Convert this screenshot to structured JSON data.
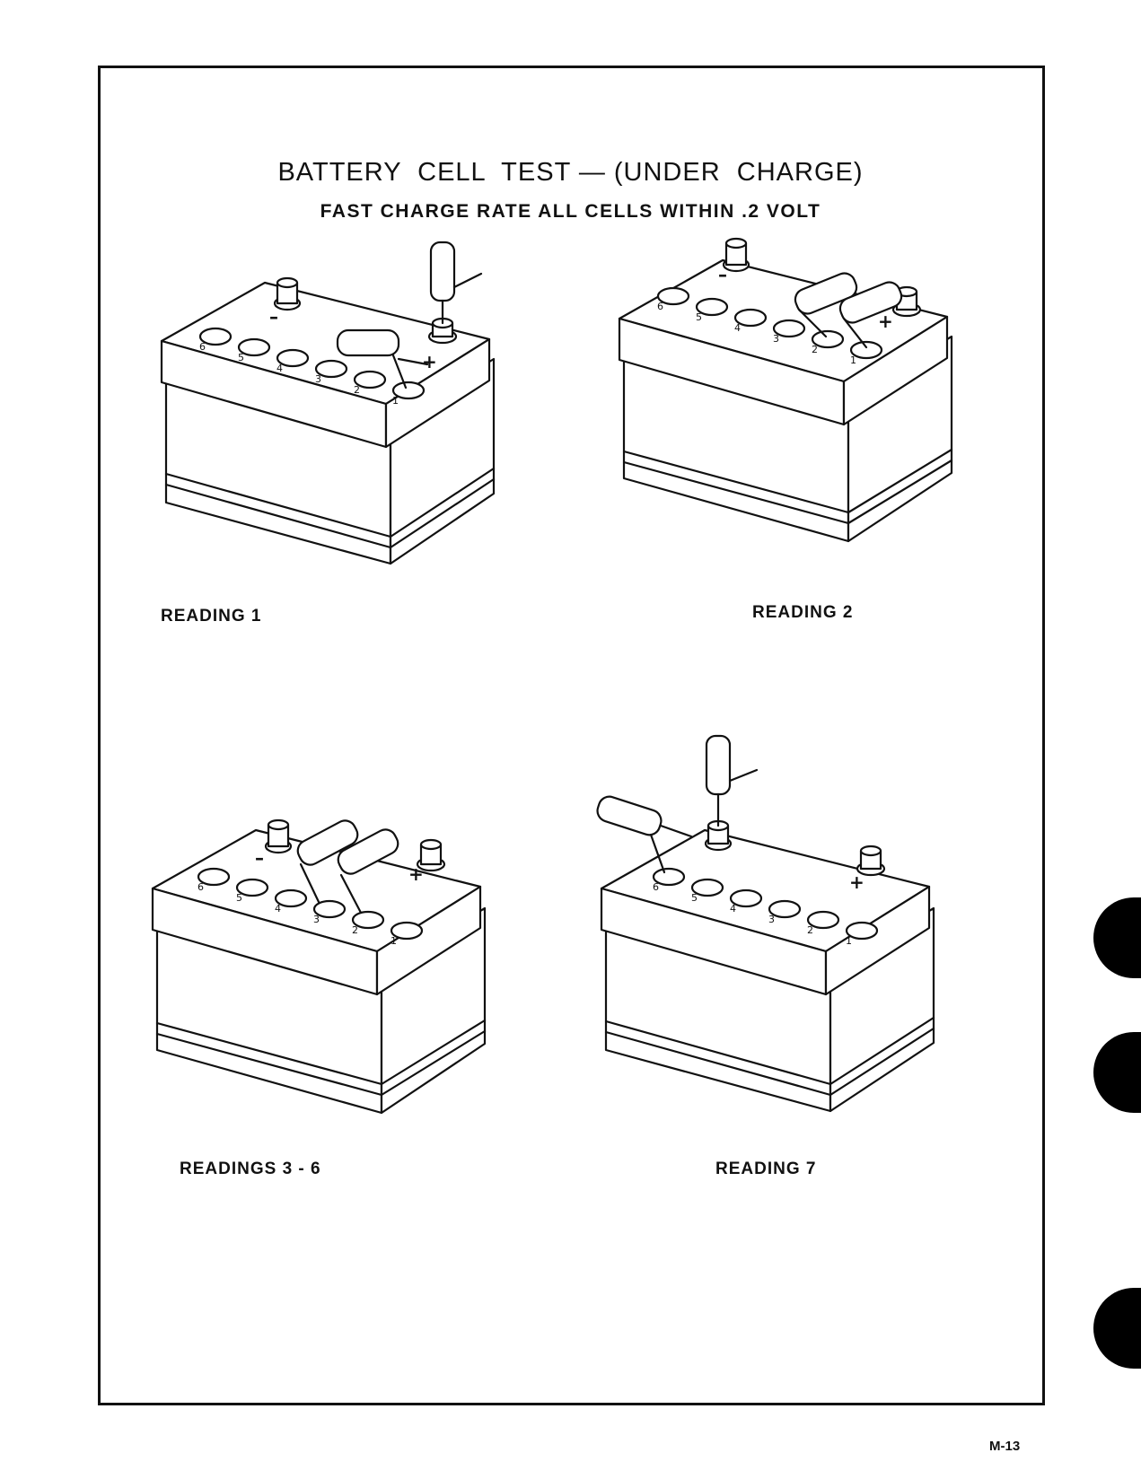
{
  "page": {
    "title": "BATTERY  CELL  TEST — (UNDER  CHARGE)",
    "subtitle": "FAST CHARGE RATE ALL CELLS WITHIN .2 VOLT",
    "page_number": "M-13"
  },
  "figures": [
    {
      "caption": "READING 1",
      "icon": "battery-probe-positive-to-cell-1-icon"
    },
    {
      "caption": "READING 2",
      "icon": "battery-probe-cells-1-2-icon"
    },
    {
      "caption": "READINGS 3 - 6",
      "icon": "battery-probe-cells-2-3-icon"
    },
    {
      "caption": "READING 7",
      "icon": "battery-probe-negative-to-cell-6-icon"
    }
  ],
  "cell_numbers": [
    "6",
    "5",
    "4",
    "3",
    "2",
    "1"
  ],
  "terminals": {
    "positive": "+",
    "negative": "–"
  },
  "colors": {
    "ink": "#111111",
    "paper": "#ffffff"
  }
}
